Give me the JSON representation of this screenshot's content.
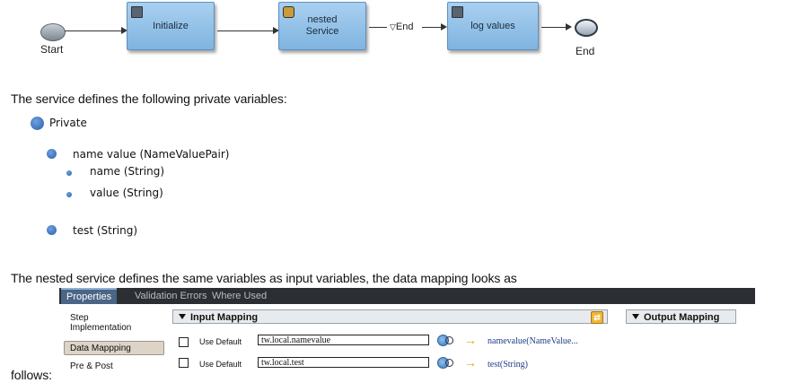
{
  "flow": {
    "start_label": "Start",
    "end_label": "End",
    "tasks": {
      "initialize": "Initialize",
      "nested_line1": "nested",
      "nested_line2": "Service",
      "log_values": "log values"
    },
    "end_event_label": "End"
  },
  "intro_text": "The service defines the following private variables:",
  "variables": {
    "root": "Private",
    "namevalue": "name value (NameValuePair)",
    "name": "name (String)",
    "value": "value (String)",
    "test": "test (String)"
  },
  "mapping_text": "The nested service defines the same variables as input variables, the data mapping looks as",
  "follows_text": "follows:",
  "panel": {
    "tabs": [
      "Properties",
      "Validation Errors",
      "Where Used"
    ],
    "side": {
      "step_line1": "Step",
      "step_line2": "Implementation",
      "data_mapping": "Data Mappping",
      "pre_post": "Pre & Post"
    },
    "input_mapping_title": "Input Mapping",
    "output_mapping_title": "Output Mapping",
    "rows": [
      {
        "use_default": "Use Default",
        "value": "tw.local.namevalue",
        "target": "namevalue(NameValue..."
      },
      {
        "use_default": "Use Default",
        "value": "tw.local.test",
        "target": "test(String)"
      }
    ]
  },
  "colors": {
    "task_fill": "#7fb4e0",
    "active_tab": "#4a6585",
    "bullet": "#2b5ea8",
    "map_target": "#1f3c8a"
  }
}
